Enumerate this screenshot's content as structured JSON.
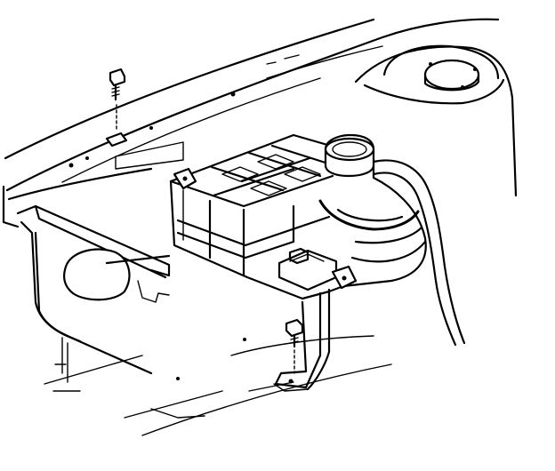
{
  "diagram": {
    "components": [
      "fender-panel",
      "strut-tower",
      "radiator-support-bracket",
      "coolant-reservoir",
      "reservoir-fill-cap",
      "reservoir-hose",
      "upper-mounting-bolt",
      "lower-mounting-bolt"
    ],
    "colors": {
      "line": "#000000",
      "background": "#ffffff"
    }
  }
}
